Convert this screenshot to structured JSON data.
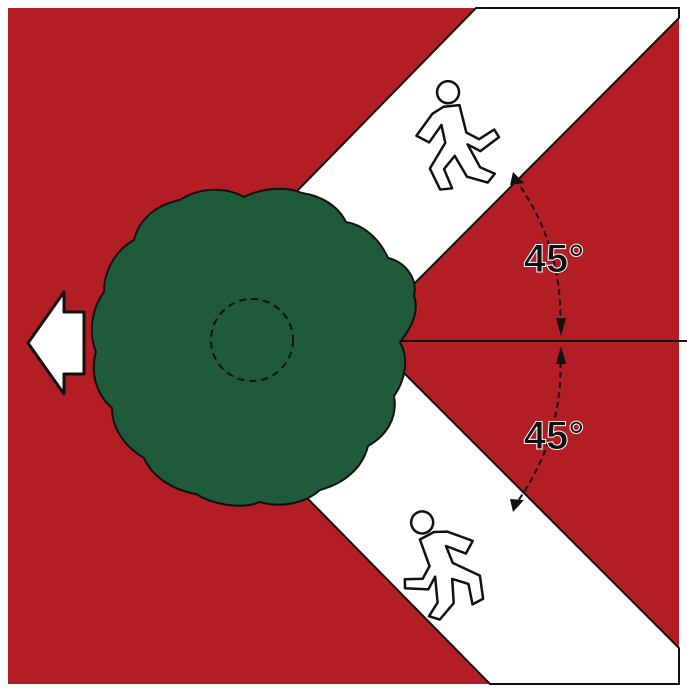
{
  "diagram": {
    "angles": [
      {
        "label": "45°",
        "value_deg": 45
      },
      {
        "label": "45°",
        "value_deg": 45
      }
    ],
    "icons": {
      "tree": "tree-canopy-icon",
      "direction": "arrow-left-icon",
      "people": [
        "walking-person-icon",
        "walking-person-icon"
      ]
    },
    "colors": {
      "background": "#b21e24",
      "tree_fill": "#1f5b3a",
      "path": "#ffffff",
      "outline": "#111111"
    }
  }
}
